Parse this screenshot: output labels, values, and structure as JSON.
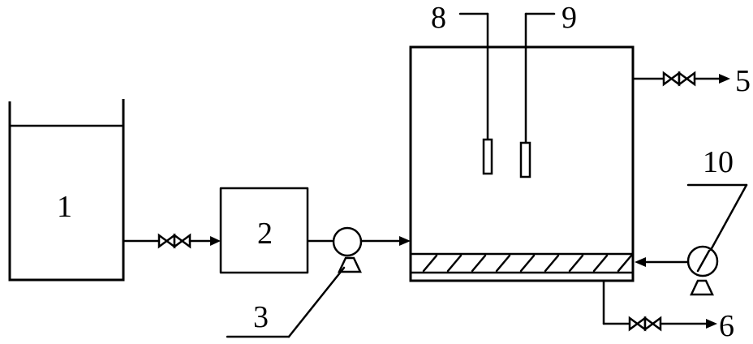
{
  "labels": {
    "tank": "1",
    "unit2": "2",
    "pump": "3",
    "outlet_top": "5",
    "outlet_bottom": "6",
    "probe_a": "8",
    "probe_b": "9",
    "pump_return": "10"
  }
}
